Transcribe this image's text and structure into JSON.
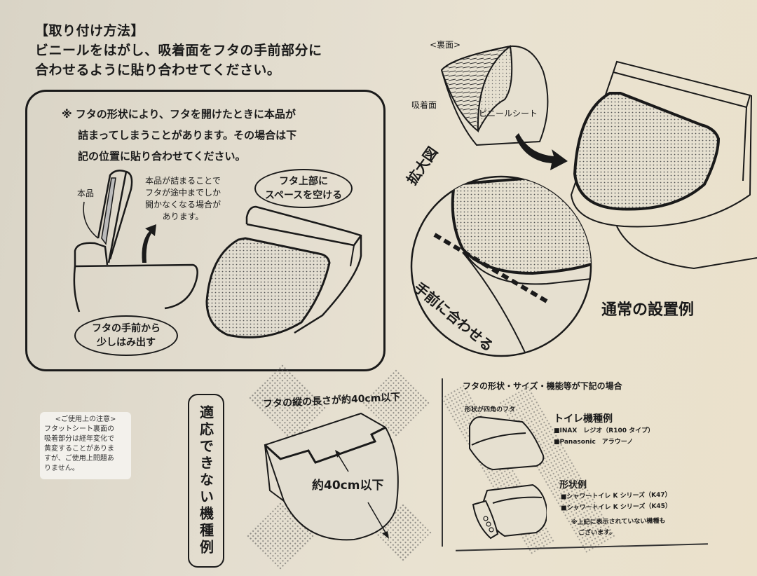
{
  "header": {
    "section_title": "【取り付け方法】",
    "instruction_line1": "ビニールをはがし、吸着面をフタの手前部分に",
    "instruction_line2": "合わせるように貼り合わせてください。"
  },
  "caution_box": {
    "line1": "※ フタの形状により、フタを開けたときに本品が",
    "line2": "詰まってしまうことがあります。その場合は下",
    "line3": "記の位置に貼り合わせてください。",
    "product_label": "本品",
    "jam_note": [
      "本品が詰まることで",
      "フタが途中までしか",
      "開かなくなる場合が",
      "あります。"
    ],
    "oval_top": [
      "フタ上部に",
      "スペースを空ける"
    ],
    "oval_bottom": [
      "フタの手前から",
      "少しはみ出す"
    ]
  },
  "back_diagram": {
    "label": "<裏面>",
    "suction_label": "吸着面",
    "vinyl_label": "ビニールシート"
  },
  "zoom_diagram": {
    "label": "拡大図",
    "align_label": "手前に合わせる"
  },
  "normal_install": {
    "label": "通常の設置例"
  },
  "usage_notice": {
    "heading": "<ご使用上の注意>",
    "lines": [
      "フタットシート裏面の",
      "吸着部分は経年変化で",
      "黄変することがありま",
      "すが、ご使用上問題あ",
      "りません。"
    ]
  },
  "incompatible": {
    "vertical_label": "適応できない機種例",
    "length_heading": "フタの縦の長さが約40cm以下",
    "length_value": "約40cm以下",
    "condition_heading": "フタの形状・サイズ・機能等が下記の場合",
    "square_lid_label": "形状が四角のフタ",
    "toilet_models_heading": "トイレ機種例",
    "toilet_models": [
      "■INAX　レジオ（R100 タイプ）",
      "■Panasonic　アラウーノ"
    ],
    "shape_heading": "形状例",
    "shape_models": [
      "■シャワートイレ K シリーズ（K47）",
      "■シャワートイレ K シリーズ（K45）"
    ],
    "footnote": [
      "※上記に表示されていない機種も",
      "ございます。"
    ]
  },
  "colors": {
    "paper": "#e6e0d0",
    "ink": "#1a1a1a",
    "notice_bg": "#f3f1ec"
  }
}
